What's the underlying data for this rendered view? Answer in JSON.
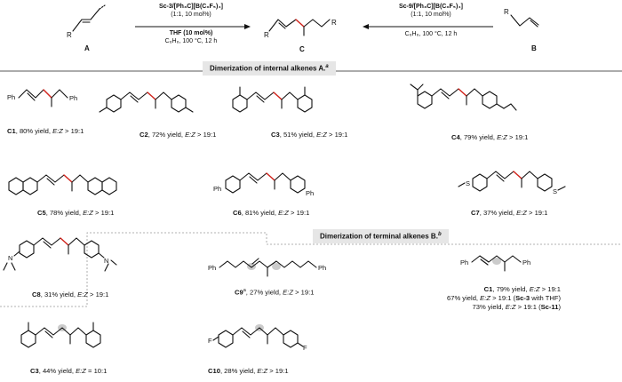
{
  "header": {
    "left_catalyst": "Sc-3/[Ph₃C][B(C₆F₅)₄]",
    "left_ratio": "(1:1, 10 mol%)",
    "left_additive": "THF (10 mol%)",
    "left_conditions": "C₆H₆, 100 °C, 12 h",
    "right_catalyst": "Sc-9/[Ph₃C][B(C₆F₅)₄]",
    "right_ratio": "(1:1, 10 mol%)",
    "right_conditions": "C₆H₆, 100 °C, 12 h",
    "label_A": "A",
    "label_B": "B",
    "label_C": "C",
    "label_R": "R"
  },
  "sections": {
    "internal": "Dimerization of internal alkenes A.",
    "internal_sup": "a",
    "terminal": "Dimerization of terminal alkenes B.",
    "terminal_sup": "b"
  },
  "compounds": [
    {
      "id": "C1",
      "yield": ", 80% yield, ",
      "ratio": " > 19:1"
    },
    {
      "id": "C2",
      "yield": ", 72% yield, ",
      "ratio": " > 19:1"
    },
    {
      "id": "C3",
      "yield": ", 51% yield, ",
      "ratio": " > 19:1"
    },
    {
      "id": "C4",
      "yield": ", 79% yield, ",
      "ratio": " > 19:1"
    },
    {
      "id": "C5",
      "yield": ",  78% yield, ",
      "ratio": " > 19:1"
    },
    {
      "id": "C6",
      "yield": ", 81% yield, ",
      "ratio": " > 19:1"
    },
    {
      "id": "C7",
      "yield": ", 37% yield, ",
      "ratio": " > 19:1"
    },
    {
      "id": "C8",
      "yield": ", 31% yield, ",
      "ratio": " > 19:1"
    },
    {
      "id": "C9",
      "sup": "a",
      "yield": ", 27% yield, ",
      "ratio": " > 19:1"
    },
    {
      "id": "C3",
      "yield": ", 44% yield, ",
      "ratio": " = 10:1"
    },
    {
      "id": "C10",
      "yield": ", 28% yield, ",
      "ratio": " > 19:1"
    }
  ],
  "ez": "E:Z",
  "c1_terminal": {
    "line1_id": "C1",
    "line1": ", 79% yield, ",
    "line1_ratio": " > 19:1",
    "line2a": "67% yield, ",
    "line2b": " > 19:1 (",
    "line2_cat": "Sc-3",
    "line2c": " with THF)",
    "line3a": "73% yield, ",
    "line3b": " > 19:1 (",
    "line3_cat": "Sc-11",
    "line3c": ")"
  },
  "atoms": {
    "Ph": "Ph",
    "F": "F",
    "S": "S",
    "N": "N"
  },
  "colors": {
    "highlight_bond": "#d7261e",
    "banner_bg": "#e6e6e6",
    "divider": "#999999"
  }
}
